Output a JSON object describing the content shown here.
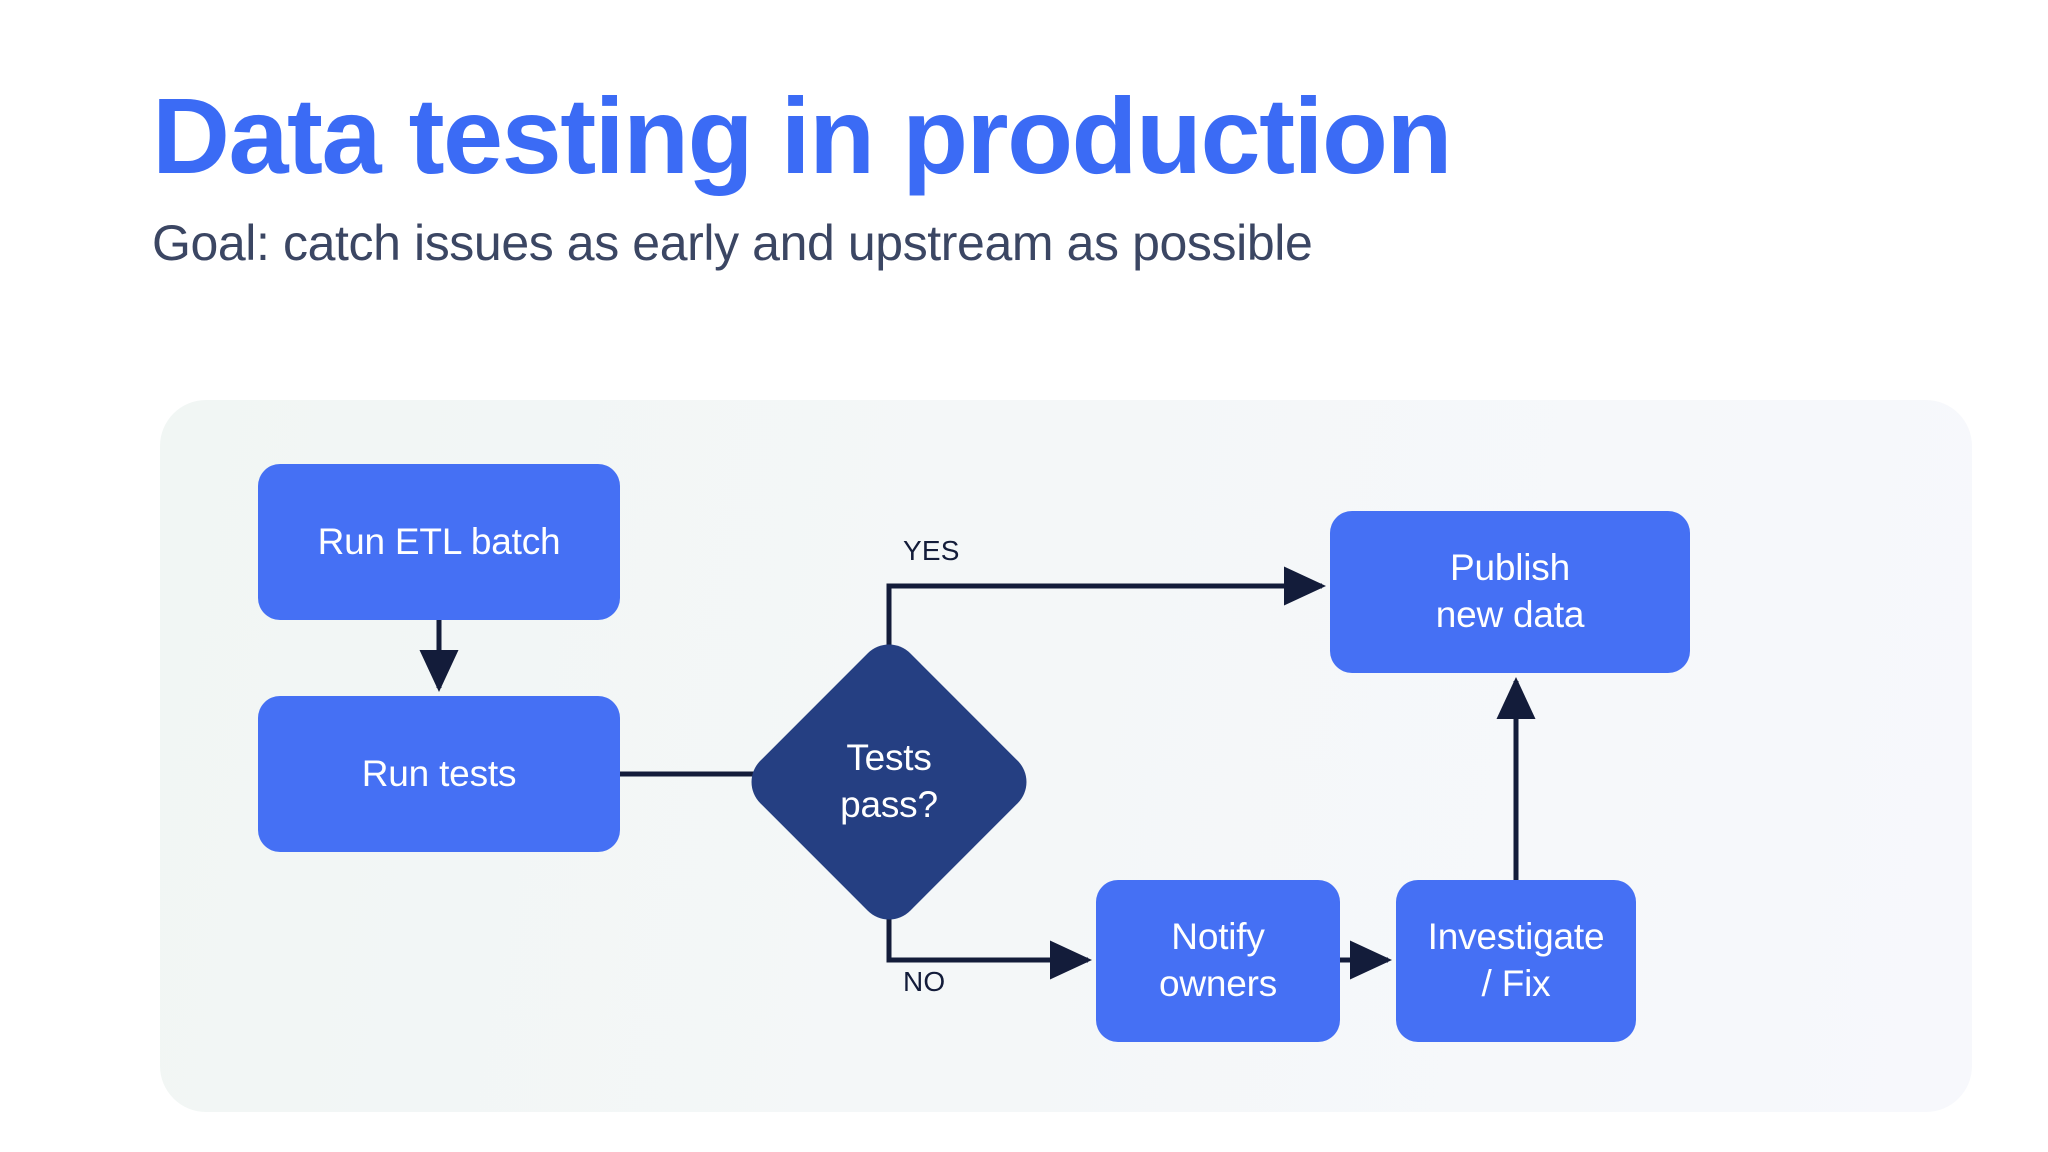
{
  "slide": {
    "title": "Data testing in production",
    "subtitle": "Goal: catch issues as early and upstream as possible",
    "colors": {
      "title": "#3b6bf5",
      "subtitle": "#3b4663",
      "node_fill": "#4570f4",
      "decision_fill": "#253f82",
      "node_text": "#ffffff",
      "connector": "#131c3a",
      "panel_background": "#f2f6f6",
      "page_background": "#ffffff"
    }
  },
  "diagram": {
    "type": "flowchart",
    "nodes": [
      {
        "id": "run-etl",
        "label": "Run ETL batch",
        "shape": "rounded-rect"
      },
      {
        "id": "run-tests",
        "label": "Run tests",
        "shape": "rounded-rect"
      },
      {
        "id": "tests-pass",
        "label_line1": "Tests",
        "label_line2": "pass?",
        "shape": "diamond"
      },
      {
        "id": "publish",
        "label_line1": "Publish",
        "label_line2": "new data",
        "shape": "rounded-rect"
      },
      {
        "id": "notify",
        "label_line1": "Notify",
        "label_line2": "owners",
        "shape": "rounded-rect"
      },
      {
        "id": "investigate",
        "label_line1": "Investigate",
        "label_line2": "/ Fix",
        "shape": "rounded-rect"
      }
    ],
    "edges": [
      {
        "from": "run-etl",
        "to": "run-tests",
        "label": "",
        "arrow": true
      },
      {
        "from": "run-tests",
        "to": "tests-pass",
        "label": "",
        "arrow": false
      },
      {
        "from": "tests-pass",
        "to": "publish",
        "label": "YES",
        "arrow": true
      },
      {
        "from": "tests-pass",
        "to": "notify",
        "label": "NO",
        "arrow": true
      },
      {
        "from": "notify",
        "to": "investigate",
        "label": "",
        "arrow": true
      },
      {
        "from": "investigate",
        "to": "publish",
        "label": "",
        "arrow": true
      }
    ],
    "labels": {
      "yes": "YES",
      "no": "NO"
    }
  }
}
